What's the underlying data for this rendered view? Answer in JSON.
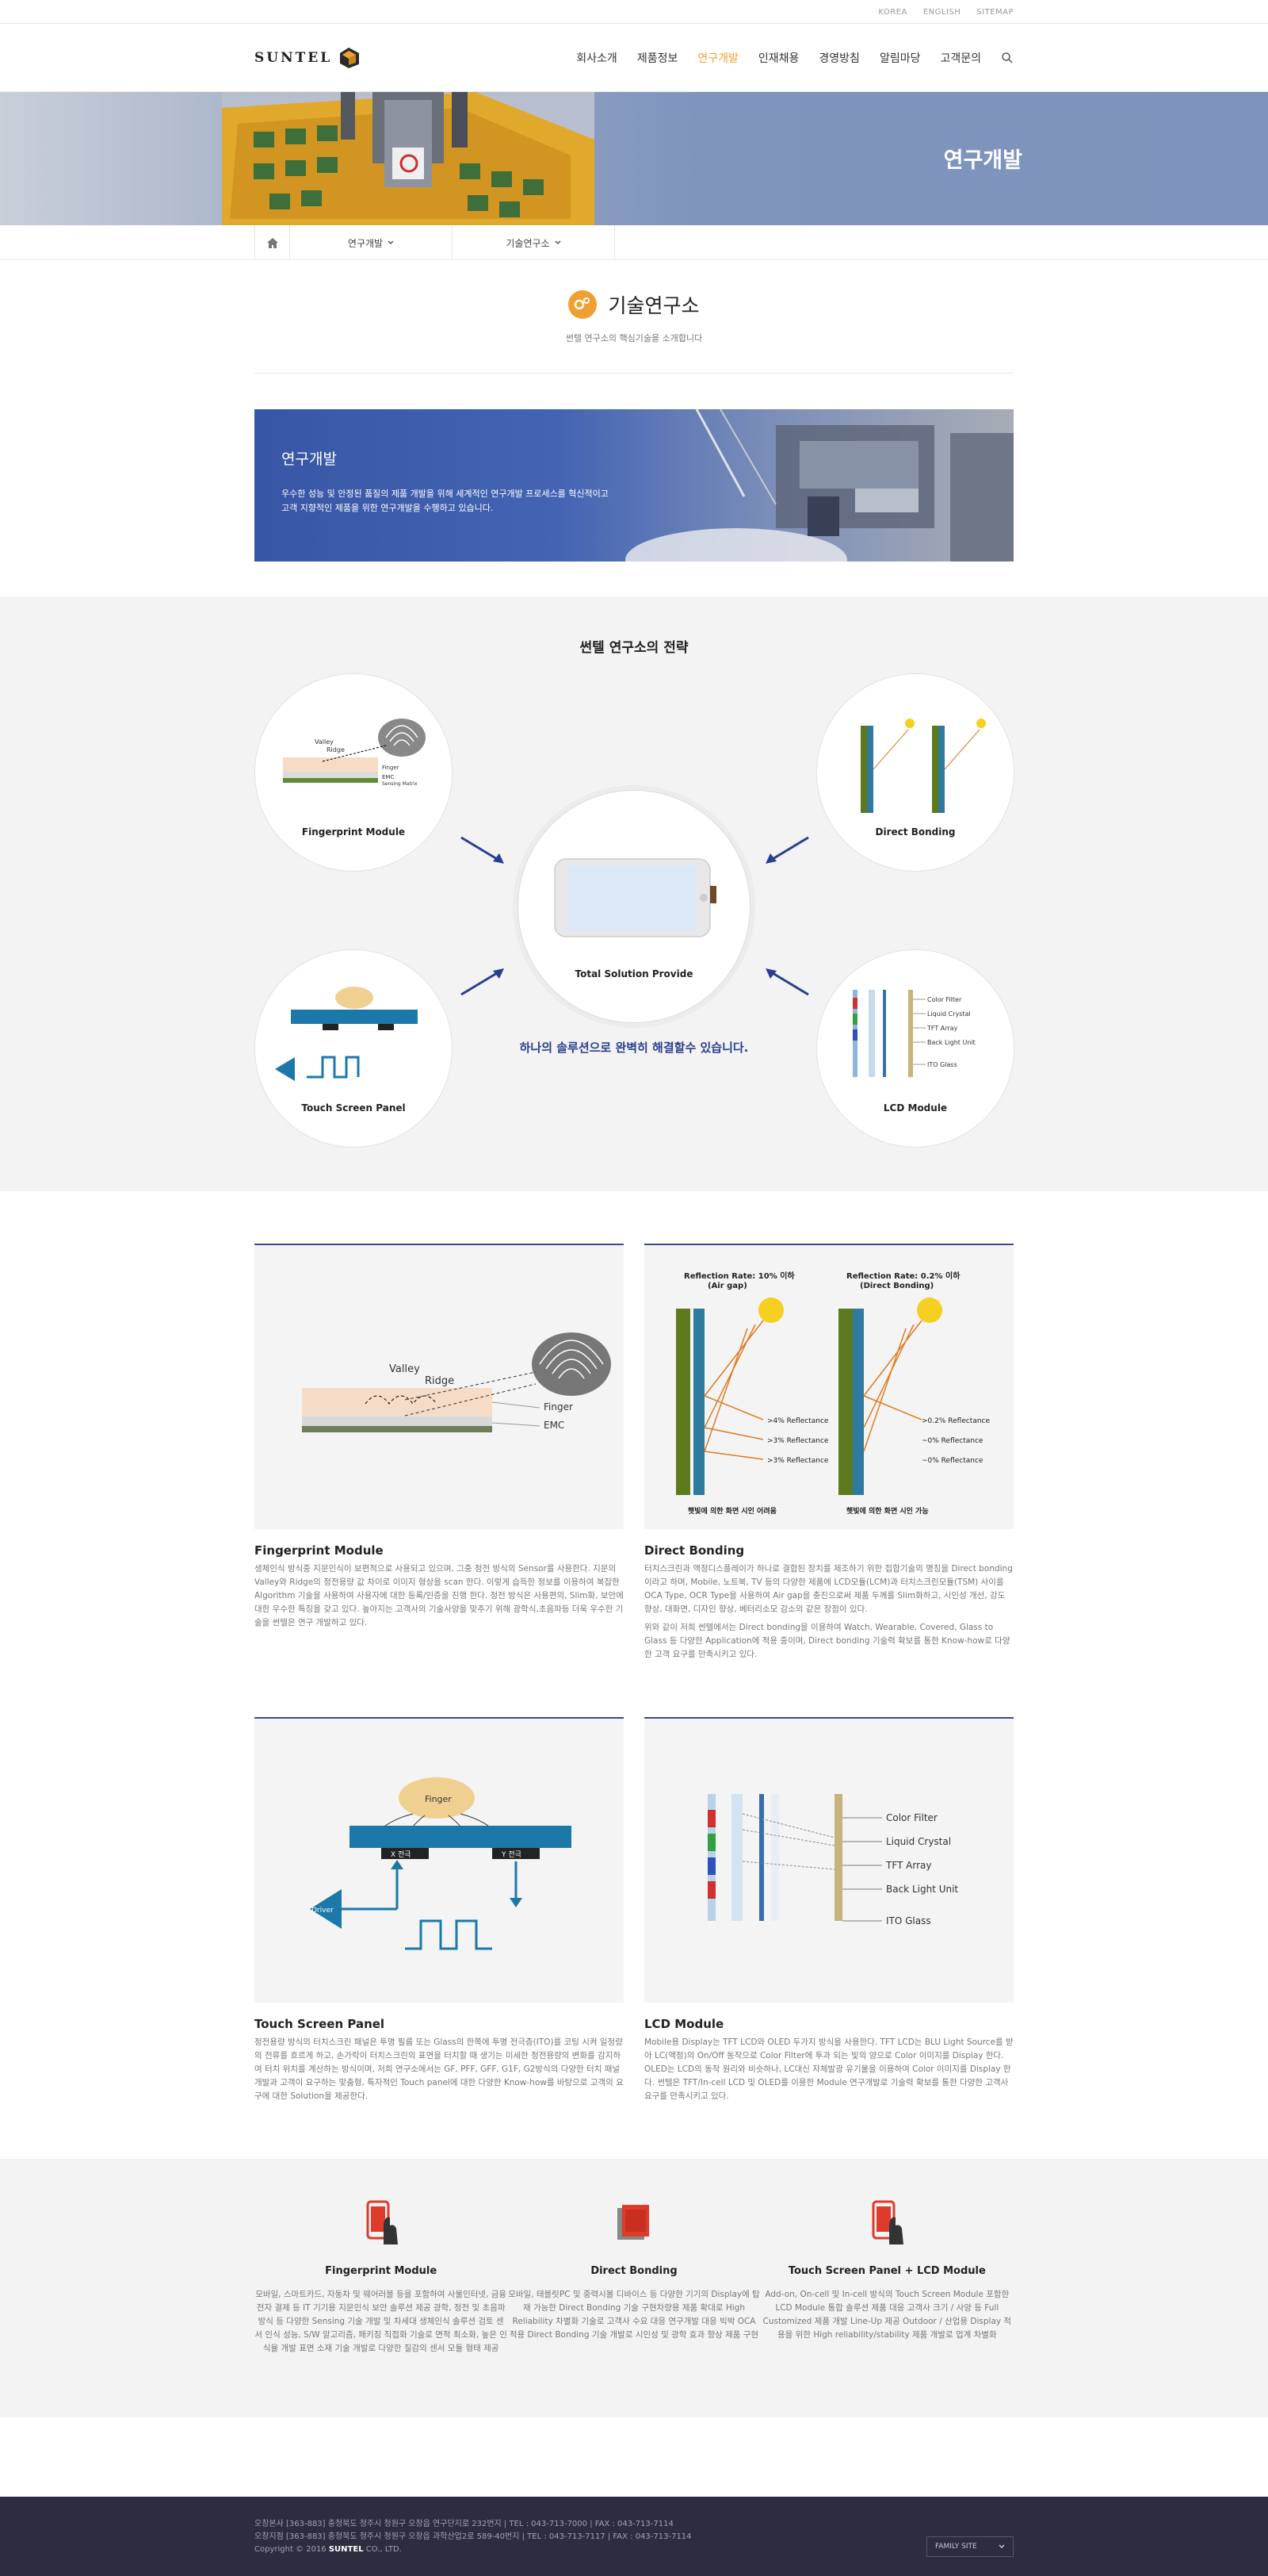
{
  "util_links": [
    "KOREA",
    "ENGLISH",
    "SITEMAP"
  ],
  "logo": "SUNTEL",
  "nav": [
    {
      "label": "회사소개",
      "active": false
    },
    {
      "label": "제품정보",
      "active": false
    },
    {
      "label": "연구개발",
      "active": true
    },
    {
      "label": "인재채용",
      "active": false
    },
    {
      "label": "경영방침",
      "active": false
    },
    {
      "label": "알림마당",
      "active": false
    },
    {
      "label": "고객문의",
      "active": false
    }
  ],
  "hero": {
    "title": "연구개발"
  },
  "breadcrumb": {
    "item1": "연구개발",
    "item2": "기술연구소"
  },
  "page": {
    "title": "기술연구소",
    "subtitle": "썬텔 연구소의 핵심기술을 소개합니다"
  },
  "banner": {
    "title": "연구개발",
    "text": "우수한 성능 및 안정된 품질의 제품 개발을 위해 세계적인 연구개발 프로세스를 혁신적이고 고객 지향적인 제품을 위한 연구개발을 수행하고 있습니다."
  },
  "strategy": {
    "title": "썬텔 연구소의 전략",
    "items": [
      "Fingerprint Module",
      "Direct Bonding",
      "Total Solution Provide",
      "Touch Screen Panel",
      "LCD Module"
    ],
    "tagline": "하나의 솔루션으로 완벽히 해결할수 있습니다."
  },
  "diagram_labels": {
    "valley": "Valley",
    "ridge": "Ridge",
    "finger": "Finger",
    "emc": "EMC",
    "sensing": "Sensing Matrix",
    "airgap_title": "Reflection Rate: 10% 이하",
    "airgap_sub": "(Air gap)",
    "direct_title": "Reflection Rate: 0.2% 이하",
    "direct_sub": "(Direct Bonding)",
    "r4": ">4% Reflectance",
    "r3a": ">3% Reflectance",
    "r3b": ">3% Reflectance",
    "r02": ">0.2% Reflectance",
    "r0a": "~0% Reflectance",
    "r0b": "~0% Reflectance",
    "cap_air": "햇빛에 의한 화면 시인 어려움",
    "cap_direct": "햇빛에 의한 화면 시인 가능",
    "finger_tp": "Finger",
    "x_elec": "X 전극",
    "y_elec": "Y 전극",
    "driver": "Driver",
    "cf": "Color Filter",
    "lc": "Liquid Crystal",
    "tft": "TFT Array",
    "blu": "Back Light Unit",
    "ito": "ITO Glass"
  },
  "modules": [
    {
      "title": "Fingerprint Module",
      "paragraphs": [
        "생체인식 방식중 지문인식이 보편적으로 사용되고 있으며, 그중 정전 방식의 Sensor를 사용한다. 지문의 Valley와 Ridge의 정전용량 값 차이로 이미지 형상을 scan 한다. 이렇게 습득한 정보를 이용하여 복잡한 Algorithm 기술을 사용하여 사용자에 대한 등록/인증을 진행 한다. 정전 방식은 사용편의, Slim화, 보안에 대한 우수한 특징을 갖고 있다. 높아지는 고객사의 기술사양을 맞추기 위해 광학식,초음파등 더욱 우수한 기술을 썬텔은 연구 개발하고 있다."
      ]
    },
    {
      "title": "Direct Bonding",
      "paragraphs": [
        "터치스크린과 액정디스플레이가 하나로 결합된 장치를 제조하기 위한 접합기술의 명칭을 Direct bonding이라고 하며, Mobile, 노트북, TV 등의 다양한 제품에 LCD모듈(LCM)과 터치스크린모듈(TSM) 사이를 OCA Type, OCR Type을 사용하여 Air gap을 충진으로써 제품 두께를 Slim화하고, 시인성 개선, 강도 향상, 대화면, 디자인 향상, 베터리소모 감소의 같은 장점이 있다.",
        "위와 같이 저희 썬텔에서는 Direct bonding을 이용하여 Watch, Wearable, Covered, Glass to Glass 등 다양한 Application에 적용 중이며, Direct bonding 기술력 확보를 통한 Know-how로 다양한 고객 요구를 만족시키고 있다."
      ]
    },
    {
      "title": "Touch Screen Panel",
      "paragraphs": [
        "정전용량 방식의 터치스크린 패널은 투명 필름 또는 Glass의 한쪽에 투명 전극층(ITO)를 코팅 시켜 일정량의 전류를 흐르게 하고, 손가락이 터치스크린의 표면을 터치할 때 생기는 미세한 정전용량의 변화를 감지하여 터치 위치를 계산하는 방식이며, 저희 연구소에서는 GF, PFF, GFF, G1F, G2방식의 다양한 터치 패널 개발과 고객이 요구하는 맞춤형, 특자적인 Touch panel에 대한 다양한 Know-how를 바탕으로 고객의 요구에 대한 Solution을 제공한다."
      ]
    },
    {
      "title": "LCD Module",
      "paragraphs": [
        "Mobile용 Display는 TFT LCD와 OLED 두가지 방식을 사용한다. TFT LCD는 BLU Light Source를 받아 LC(액정)의 On/Off 동작으로 Color Filter에 투과 되는 빛의 양으로 Color 이미지를 Display 한다. OLED는 LCD의 동작 원리와 비슷하나, LC대신 자체발광 유기물을 이용하여 Color 이미지를 Display 한다. 썬텔은 TFT/In-cell LCD 및 OLED를 이용한 Module 연구개발로 기술력 확보를 통한 다양한 고객사 요구를 만족시키고 있다."
      ]
    }
  ],
  "features": [
    {
      "title": "Fingerprint Module",
      "text": "모바일, 스마트카드, 자동차 및 웨어러블 등을 포함하여 사물인터넷, 금융전자 결제 등 IT 기기용 지문인식 보안 솔루션 제공 광학, 정전 및 초음파 방식 등 다양한 Sensing 기술 개발 및 차세대 생체인식 솔루션 검토 센서 인식 성능, S/W 알고리즘, 패키징 직접화 기술로 면적 최소화, 높은 인식율 개발 표면 소재 기술 개발로 다양한 질감의 센서 모듈 형태 제공"
    },
    {
      "title": "Direct Bonding",
      "text": "모바일, 태블릿PC 및 중력시볼 디바이스 등 다양한 기기의 Display에 탑재 가능한 Direct Bonding 기술 구현차량용 제품 확대로 High Reliability 차별화 기술로 고객사 수요 대응 연구개발 대응 빅박 OCA 적용 Direct Bonding 기술 개발로 시인성 및 광학 효과 향상 제품 구현"
    },
    {
      "title": "Touch Screen Panel + LCD Module",
      "text": "Add-on, On-cell 및 In-cell 방식의 Touch Screen Module 포함한 LCD Module 통합 솔루션 제품 대응 고객사 크기 / 사양 등 Full Customized 제품 개발 Line-Up 제공 Outdoor / 산업용 Display 적용을 위한 High reliability/stability 제품 개발로 업계 차별화"
    }
  ],
  "footer": {
    "line1": "오창본사 [363-883] 충청북도 청주시 청원구 오창읍 연구단지로 232번지 | TEL : 043-713-7000 | FAX : 043-713-7114",
    "line2": "오창지점 [363-883] 충청북도 청주시 청원구 오창읍 과학산업2로 589-40번지 | TEL : 043-713-7117 | FAX : 043-713-7114",
    "copyright_pre": "Copyright © 2016 ",
    "copyright_brand": "SUNTEL",
    "copyright_post": " CO., LTD.",
    "family_site": "FAMILY SITE"
  },
  "colors": {
    "accent": "#f0a030",
    "navy": "#2a3f8f",
    "footer": "#2c2e3f"
  }
}
